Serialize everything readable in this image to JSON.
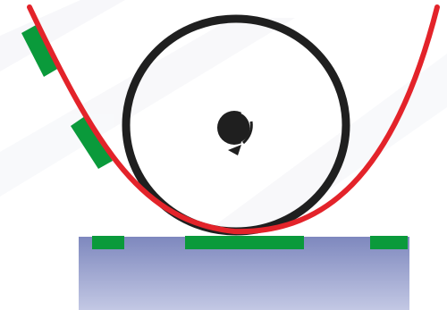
{
  "diagram": {
    "components": [
      {
        "name": "flexible-film",
        "color": "#e3232a"
      },
      {
        "name": "roller",
        "color": "#1f1f1f"
      },
      {
        "name": "rotation-axle",
        "color": "#1f1f1f"
      },
      {
        "name": "substrate",
        "color": "#8a93c4"
      },
      {
        "name": "green-pads",
        "color": "#0a9a3b"
      }
    ],
    "colors": {
      "background": "#ffffff",
      "shine": "#eef0f5",
      "film": "#e3232a",
      "roller": "#1f1f1f",
      "pad": "#0a9a3b",
      "substrate_top": "#7e88be",
      "substrate_bottom": "#c3c8e4"
    }
  }
}
